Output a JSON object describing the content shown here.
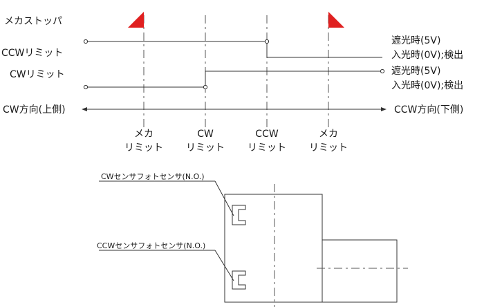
{
  "labels": {
    "mecha_stopper": "メカストッパ",
    "ccw_limit": "CCWリミット",
    "cw_limit": "CWリミット",
    "cw_direction": "CW方向(上側)",
    "ccw_direction": "CCW方向(下側)"
  },
  "signal": {
    "light_blocked": "遮光時(5V)",
    "light_received": "入光時(0V);検出"
  },
  "positions": {
    "mecha_left_1": "メカ",
    "mecha_left_2": "リミット",
    "cw_1": "CW",
    "cw_2": "リミット",
    "ccw_1": "CCW",
    "ccw_2": "リミット",
    "mecha_right_1": "メカ",
    "mecha_right_2": "リミット"
  },
  "sensor": {
    "top_label": "CWセンサフォトセンサ(N.O.)",
    "bottom_label": "CCWセンサフォトセンサ(N.O.)"
  },
  "colors": {
    "stopper_red": "#e02020"
  }
}
